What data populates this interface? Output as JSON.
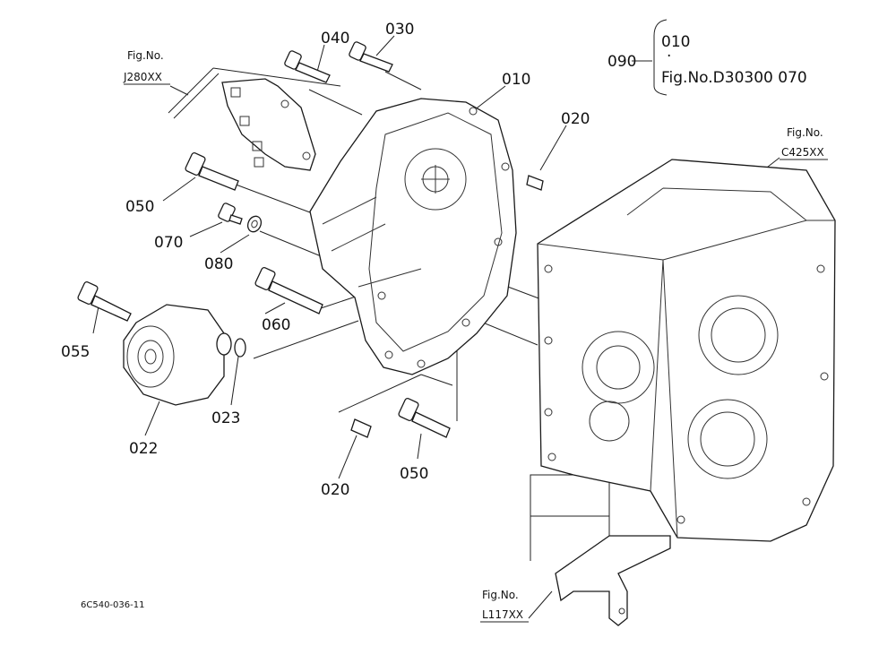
{
  "diagram": {
    "code": "6C540-036-11",
    "labels": {
      "p010": "010",
      "p020_top": "020",
      "p020_bottom": "020",
      "p022": "022",
      "p023": "023",
      "p030": "030",
      "p040": "040",
      "p050_top": "050",
      "p050_bottom": "050",
      "p055": "055",
      "p060": "060",
      "p070": "070",
      "p080": "080",
      "p090": "090"
    },
    "bracket_group": {
      "line1": "010",
      "dot": "·",
      "line2": "Fig.No.D30300  070"
    },
    "figure_refs": {
      "j280": {
        "caption": "Fig.No.",
        "code": "J280XX"
      },
      "c425": {
        "caption": "Fig.No.",
        "code": "C425XX"
      },
      "l117": {
        "caption": "Fig.No.",
        "code": "L117XX"
      }
    }
  }
}
